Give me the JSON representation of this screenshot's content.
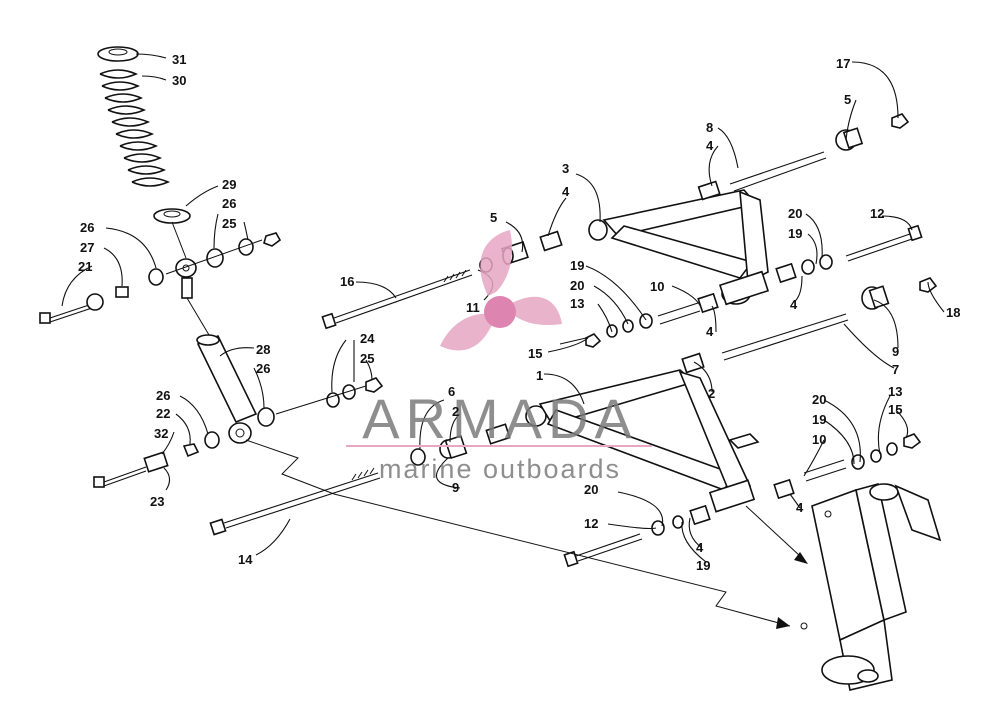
{
  "labels": {
    "p1": "1",
    "p2a": "2",
    "p2b": "2",
    "p3": "3",
    "p4a": "4",
    "p4b": "4",
    "p4c": "4",
    "p4d": "4",
    "p4e": "4",
    "p4f": "4",
    "p5a": "5",
    "p5b": "5",
    "p6": "6",
    "p7": "7",
    "p8": "8",
    "p9a": "9",
    "p9b": "9",
    "p10a": "10",
    "p10b": "10",
    "p11": "11",
    "p12a": "12",
    "p12b": "12",
    "p13a": "13",
    "p13b": "13",
    "p14": "14",
    "p15a": "15",
    "p15b": "15",
    "p16": "16",
    "p17": "17",
    "p18": "18",
    "p19a": "19",
    "p19b": "19",
    "p19c": "19",
    "p19d": "19",
    "p20a": "20",
    "p20b": "20",
    "p20c": "20",
    "p20d": "20",
    "p21": "21",
    "p22": "22",
    "p23": "23",
    "p24": "24",
    "p25a": "25",
    "p25b": "25",
    "p26a": "26",
    "p26b": "26",
    "p26c": "26",
    "p26d": "26",
    "p27": "27",
    "p28": "28",
    "p29": "29",
    "p30": "30",
    "p31": "31",
    "p32": "32"
  },
  "watermark": {
    "brand": "ARMADA",
    "tagline": "marine outboards",
    "color": "#e7a6c4",
    "text_color": "#7a7a7a"
  }
}
